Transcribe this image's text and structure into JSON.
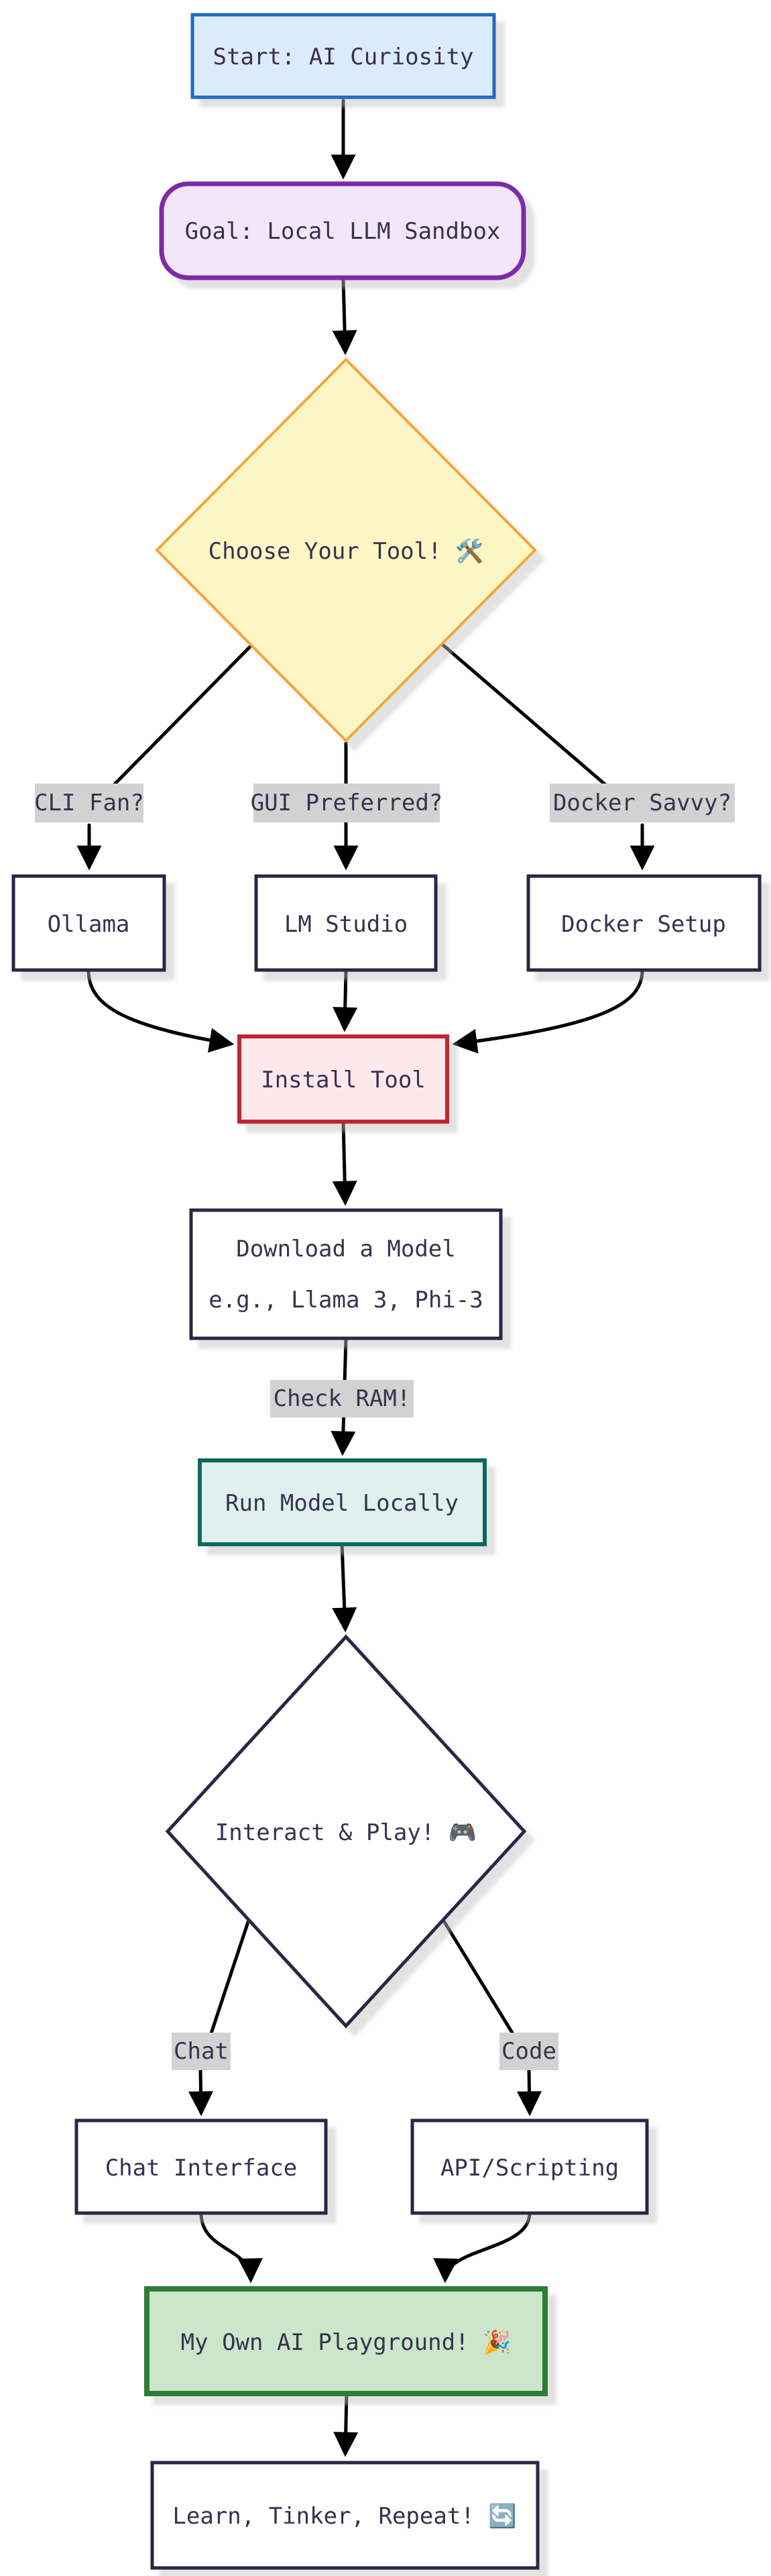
{
  "diagram": {
    "type": "flowchart",
    "direction": "top-down",
    "colors": {
      "text": "#37324e",
      "edge": "#000000",
      "edge_label_bg": "#d2d2d2",
      "canvas_bg": "#ffffff"
    },
    "nodes": {
      "start": {
        "label": "Start: AI Curiosity",
        "shape": "rect",
        "fill": "#dcebfb",
        "border": "#2068c4"
      },
      "goal": {
        "label": "Goal: Local LLM Sandbox",
        "shape": "rounded",
        "fill": "#f3e6f8",
        "border": "#7d2ba8"
      },
      "choose": {
        "label": "Choose Your Tool! 🛠️",
        "shape": "diamond",
        "fill": "#fcf6c5",
        "border": "#f2a738"
      },
      "ollama": {
        "label": "Ollama",
        "shape": "rect",
        "fill": "#ffffff",
        "border": "#2b2845"
      },
      "lm_studio": {
        "label": "LM Studio",
        "shape": "rect",
        "fill": "#ffffff",
        "border": "#2b2845"
      },
      "docker": {
        "label": "Docker Setup",
        "shape": "rect",
        "fill": "#ffffff",
        "border": "#2b2845"
      },
      "install": {
        "label": "Install Tool",
        "shape": "rect",
        "fill": "#fde9ec",
        "border": "#c1272d"
      },
      "download": {
        "label_line1": "Download a Model",
        "label_line2": "e.g., Llama 3, Phi-3",
        "shape": "rect",
        "fill": "#ffffff",
        "border": "#2b2845"
      },
      "run_model": {
        "label": "Run Model Locally",
        "shape": "rect",
        "fill": "#dff0ee",
        "border": "#0b695d"
      },
      "interact": {
        "label": "Interact & Play! 🎮",
        "shape": "diamond",
        "fill": "#ffffff",
        "border": "#2b2845"
      },
      "chat_ui": {
        "label": "Chat Interface",
        "shape": "rect",
        "fill": "#ffffff",
        "border": "#2b2845"
      },
      "api": {
        "label": "API/Scripting",
        "shape": "rect",
        "fill": "#ffffff",
        "border": "#2b2845"
      },
      "playground": {
        "label": "My Own AI Playground! 🎉",
        "shape": "rect",
        "fill": "#cbe6ca",
        "border": "#2f7d36"
      },
      "learn": {
        "label": "Learn, Tinker, Repeat! 🔄",
        "shape": "rect",
        "fill": "#ffffff",
        "border": "#2b2845"
      }
    },
    "edge_labels": {
      "cli": {
        "label": "CLI Fan?"
      },
      "gui": {
        "label": "GUI Preferred?"
      },
      "savvy": {
        "label": "Docker Savvy?"
      },
      "ram": {
        "label": "Check RAM!"
      },
      "chat": {
        "label": "Chat"
      },
      "code": {
        "label": "Code"
      }
    },
    "edges": [
      {
        "from": "start",
        "to": "goal"
      },
      {
        "from": "goal",
        "to": "choose"
      },
      {
        "from": "choose",
        "to": "ollama",
        "label": "CLI Fan?"
      },
      {
        "from": "choose",
        "to": "lm_studio",
        "label": "GUI Preferred?"
      },
      {
        "from": "choose",
        "to": "docker",
        "label": "Docker Savvy?"
      },
      {
        "from": "ollama",
        "to": "install"
      },
      {
        "from": "lm_studio",
        "to": "install"
      },
      {
        "from": "docker",
        "to": "install"
      },
      {
        "from": "install",
        "to": "download"
      },
      {
        "from": "download",
        "to": "run_model",
        "label": "Check RAM!"
      },
      {
        "from": "run_model",
        "to": "interact"
      },
      {
        "from": "interact",
        "to": "chat_ui",
        "label": "Chat"
      },
      {
        "from": "interact",
        "to": "api",
        "label": "Code"
      },
      {
        "from": "chat_ui",
        "to": "playground"
      },
      {
        "from": "api",
        "to": "playground"
      },
      {
        "from": "playground",
        "to": "learn"
      }
    ]
  }
}
